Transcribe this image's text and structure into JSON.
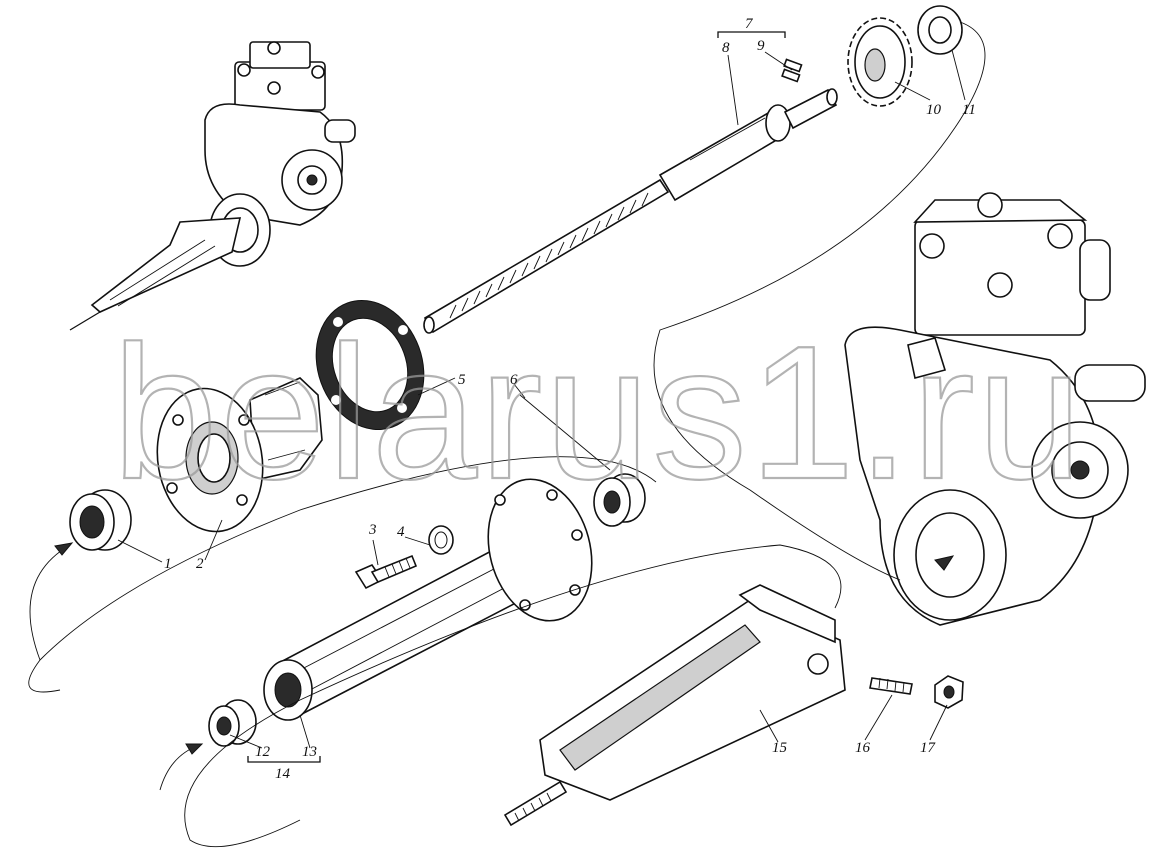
{
  "watermark": "belarus1.ru",
  "labels": {
    "l1": "1",
    "l2": "2",
    "l3": "3",
    "l4": "4",
    "l5": "5",
    "l6": "6",
    "l7": "7",
    "l8": "8",
    "l9": "9",
    "l10": "10",
    "l11": "11",
    "l12": "12",
    "l13": "13",
    "l14": "14",
    "l15": "15",
    "l16": "16",
    "l17": "17"
  }
}
